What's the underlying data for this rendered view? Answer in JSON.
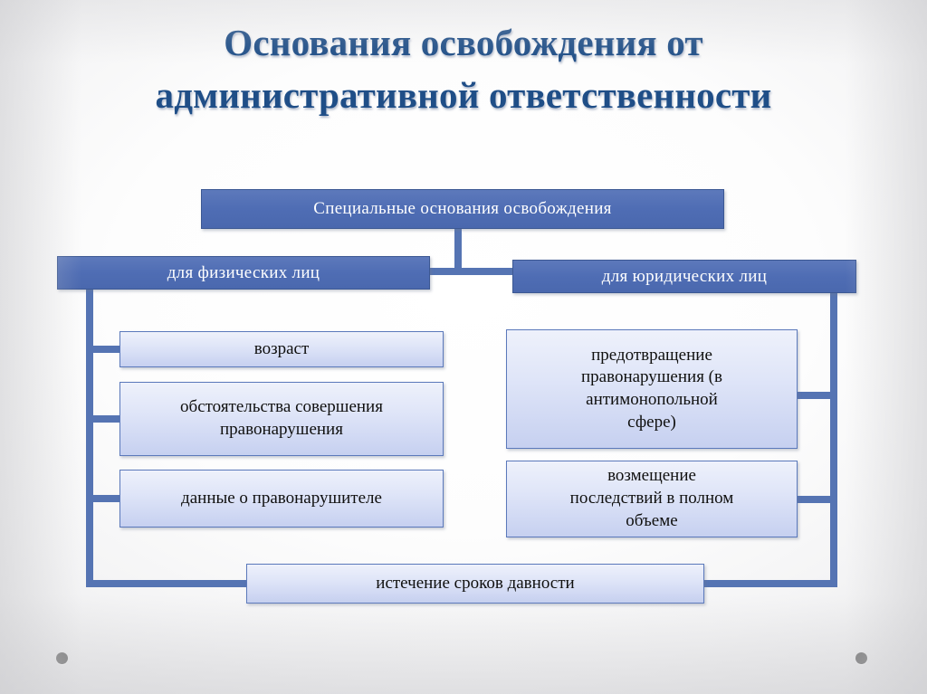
{
  "slide": {
    "title": "Основания освобождения от\nадминистративной ответственности",
    "background_color": "#ffffff",
    "title_color": "#1f4e87",
    "accent_dark": "#4f6db4",
    "accent_light": "#dfe5f8",
    "connector_color": "#5574b3"
  },
  "diagram": {
    "root": {
      "label": "Специальные основания освобождения"
    },
    "branches": [
      {
        "header": "для физических лиц",
        "items": [
          "возраст",
          "обстоятельства совершения\nправонарушения",
          "данные о правонарушителе"
        ]
      },
      {
        "header": "для юридических лиц",
        "items": [
          "предотвращение\nправонарушения (в\nантимонопольной\nсфере)",
          "возмещение\nпоследствий в полном\nобъеме"
        ]
      }
    ],
    "shared": {
      "label": "истечение сроков давности"
    }
  },
  "decoration": {
    "dots": [
      "dot-left",
      "dot-right"
    ]
  }
}
